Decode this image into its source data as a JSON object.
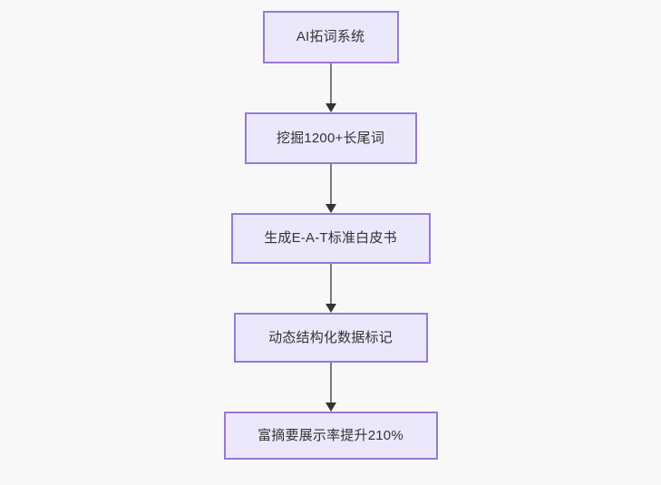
{
  "diagram": {
    "type": "flowchart",
    "orientation": "top-to-bottom",
    "background_color": "#f8f8f8",
    "node_fill_color": "#ebe8fc",
    "node_border_color": "#9779d6",
    "node_text_color": "#333333",
    "connector_color": "#7a7a7a",
    "arrowhead_color": "#333333",
    "nodes": [
      {
        "id": "node-1",
        "label": "AI拓词系统"
      },
      {
        "id": "node-2",
        "label": "挖掘1200+长尾词"
      },
      {
        "id": "node-3",
        "label": "生成E-A-T标准白皮书"
      },
      {
        "id": "node-4",
        "label": "动态结构化数据标记"
      },
      {
        "id": "node-5",
        "label": "富摘要展示率提升210%"
      }
    ],
    "edges": [
      {
        "from": "node-1",
        "to": "node-2"
      },
      {
        "from": "node-2",
        "to": "node-3"
      },
      {
        "from": "node-3",
        "to": "node-4"
      },
      {
        "from": "node-4",
        "to": "node-5"
      }
    ]
  }
}
